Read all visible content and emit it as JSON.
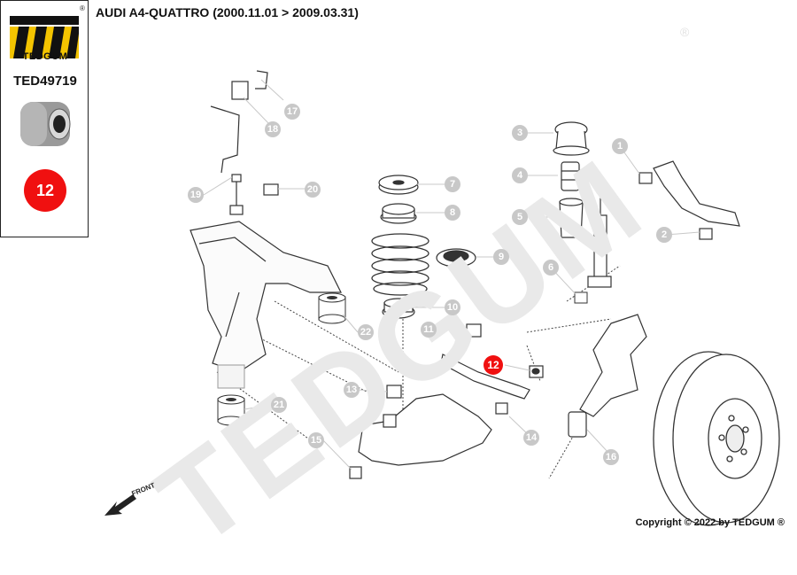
{
  "brand": {
    "name": "TEDGUM",
    "registered_mark": "®",
    "part_number": "TED49719",
    "badge_number": "12"
  },
  "vehicle": {
    "title": "AUDI A4-QUATTRO (2000.11.01 > 2009.03.31)"
  },
  "diagram": {
    "front_label": "FRONT",
    "watermark": "TEDGUM",
    "highlighted_part": "12",
    "callouts": [
      "1",
      "2",
      "3",
      "4",
      "5",
      "6",
      "7",
      "8",
      "9",
      "10",
      "11",
      "12",
      "13",
      "14",
      "15",
      "16",
      "17",
      "18",
      "19",
      "20",
      "21",
      "22"
    ]
  },
  "footer": {
    "copyright": "Copyright © 2022 by TEDGUM ®"
  },
  "colors": {
    "highlight": "#f01010",
    "callout_grey": "#c8c8c8",
    "watermark": "#e9e9e9"
  }
}
